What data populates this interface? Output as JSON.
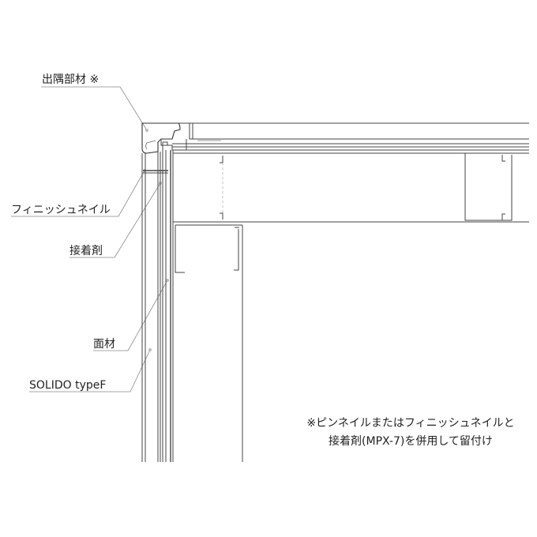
{
  "labels": {
    "corner_trim": "出隅部材 ※",
    "finish_nail": "フィニッシュネイル",
    "adhesive": "接着剤",
    "face_panel": "面材",
    "solido": "SOLIDO typeF"
  },
  "note": {
    "line1": "※ピンネイルまたはフィニッシュネイルと",
    "line2": "接着剤(MPX-7)を併用して留付け"
  }
}
